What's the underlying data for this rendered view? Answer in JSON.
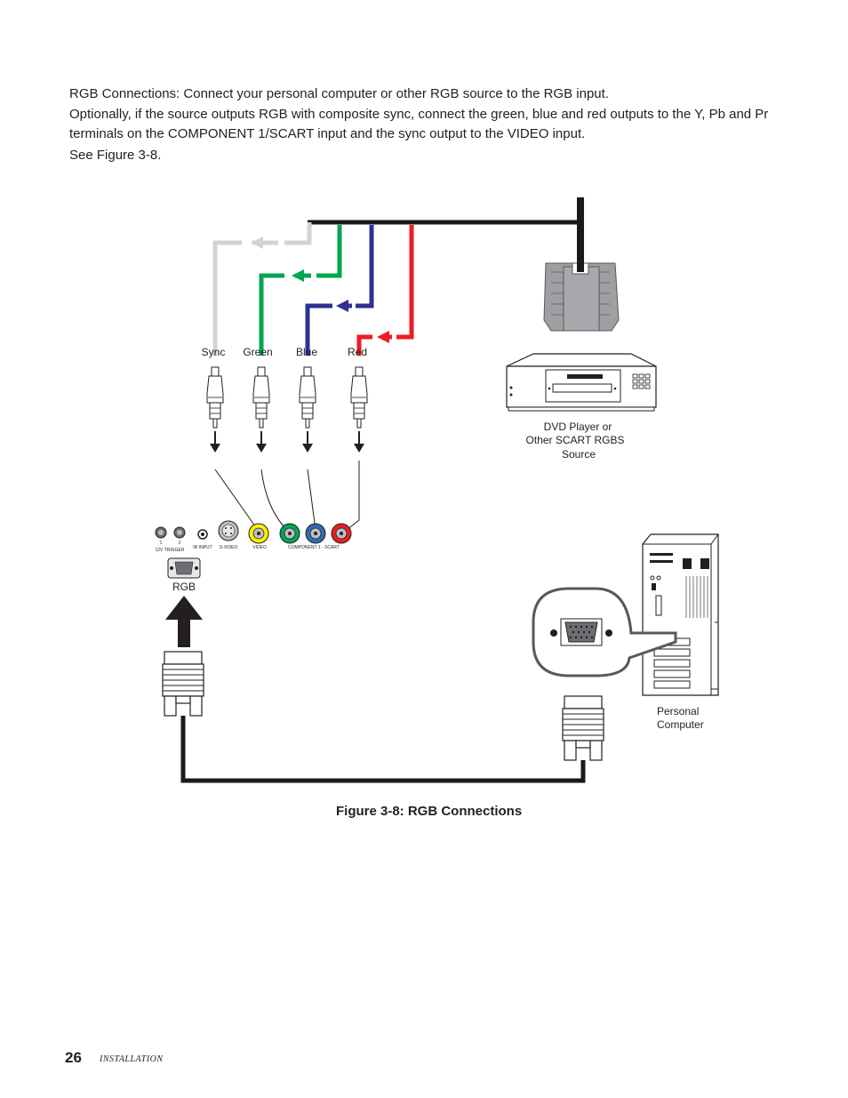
{
  "body": {
    "paragraph1": "RGB Connections: Connect your personal computer or other RGB source to the RGB input.",
    "paragraph2": "Optionally, if the source outputs RGB with composite sync, connect the green, blue and red outputs to the Y, Pb and Pr terminals on the COMPONENT 1/SCART input and the sync output to the VIDEO input.",
    "paragraph3": "See Figure 3-8."
  },
  "figure": {
    "caption": "Figure 3-8: RGB Connections",
    "cable_labels": {
      "sync": "Sync",
      "green": "Green",
      "blue": "Blue",
      "red": "Red"
    },
    "panel_labels": {
      "trigger_1": "1",
      "trigger_2": "2",
      "trigger": "12V TRIGGER",
      "ir_input": "IR INPUT",
      "s_video": "S-VIDEO",
      "video": "VIDEO",
      "component": "COMPONENT 1 - SCART",
      "rgb": "RGB"
    },
    "dvd_label_lines": [
      "DVD Player or",
      "Other SCART RGBS",
      "Source"
    ],
    "pc_label_lines": [
      "Personal",
      "Computer"
    ],
    "colors": {
      "sync": "#d1d3d4",
      "green": "#00a651",
      "blue": "#2e3192",
      "red": "#ed1c24",
      "black": "#1a1a1a"
    }
  },
  "footer": {
    "page_number": "26",
    "section": "INSTALLATION"
  }
}
